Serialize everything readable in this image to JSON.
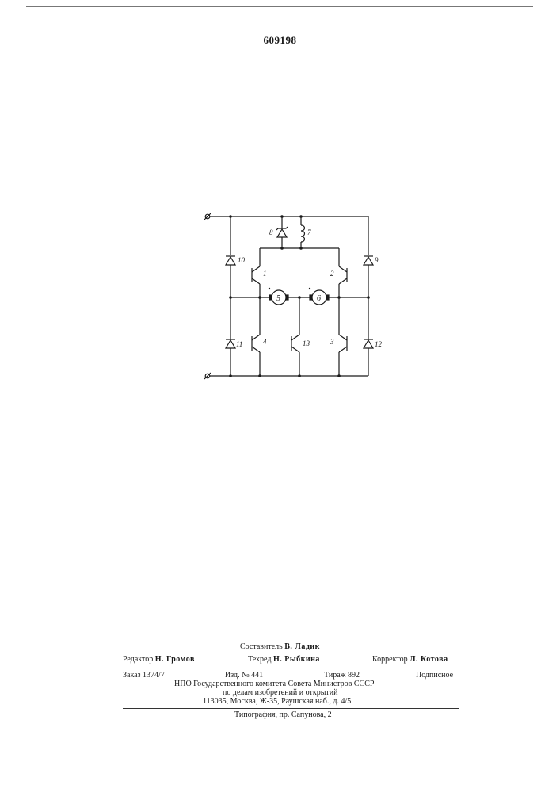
{
  "header": {
    "page_number": "609198"
  },
  "schematic": {
    "terminals": {
      "top": "⌀",
      "bottom": "⌀"
    },
    "labels": {
      "transistor_1": "1",
      "transistor_2": "2",
      "transistor_3": "3",
      "transistor_4": "4",
      "transistor_13": "13",
      "motor_5": "5",
      "motor_6": "6",
      "zener_8": "8",
      "inductor_7": "7",
      "diode_9": "9",
      "diode_10": "10",
      "diode_11": "11",
      "diode_12": "12"
    }
  },
  "colophon": {
    "compiler_label": "Составитель",
    "compiler_name": "В. Ладик",
    "editor_label": "Редактор",
    "editor_name": "Н. Громов",
    "tech_label": "Техред",
    "tech_name": "Н. Рыбкина",
    "corrector_label": "Корректор",
    "corrector_name": "Л. Котова",
    "order": "Заказ 1374/7",
    "edition": "Изд. № 441",
    "circulation": "Тираж 892",
    "subscription": "Подписное",
    "org_line1": "НПО Государственного комитета Совета Министров СССР",
    "org_line2": "по делам изобретений и открытий",
    "address": "113035, Москва, Ж-35, Раушская наб., д. 4/5",
    "printer": "Типография, пр. Сапунова, 2"
  }
}
